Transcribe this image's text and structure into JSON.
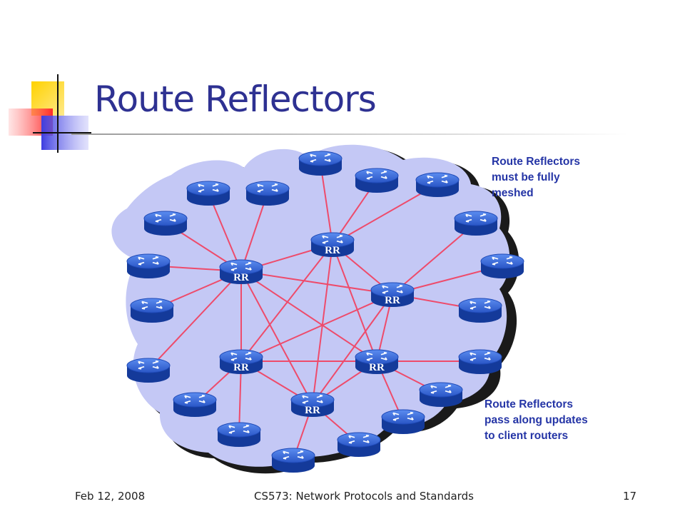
{
  "slide": {
    "title": "Route Reflectors"
  },
  "annotations": {
    "fully_meshed": [
      "Route Reflectors",
      "must be fully",
      "meshed"
    ],
    "pass_updates": [
      "Route Reflectors",
      "pass along updates",
      "to client routers"
    ]
  },
  "diagram": {
    "reflector_label": "RR",
    "colors": {
      "cloud": "#c4c8f5",
      "link": "#ee4b6b",
      "router": "#2d5fd2"
    }
  },
  "footer": {
    "date": "Feb 12, 2008",
    "course": "CS573: Network Protocols and Standards",
    "page": "17"
  }
}
